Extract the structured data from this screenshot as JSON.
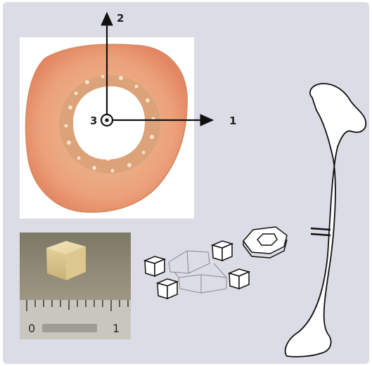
{
  "axes": {
    "axis_1": "1",
    "axis_2": "2",
    "axis_3": "3"
  },
  "ruler": {
    "left_number": "0",
    "right_number": "1"
  },
  "colors": {
    "background": "#dcdce6",
    "bone_ring": "#e8a67a",
    "bone_ring_edge": "#d98b63",
    "trabecular": "#dca27a",
    "cube": "#e9d7a8",
    "photo_bg": "#8b8472",
    "bone_outline": "#111111"
  }
}
